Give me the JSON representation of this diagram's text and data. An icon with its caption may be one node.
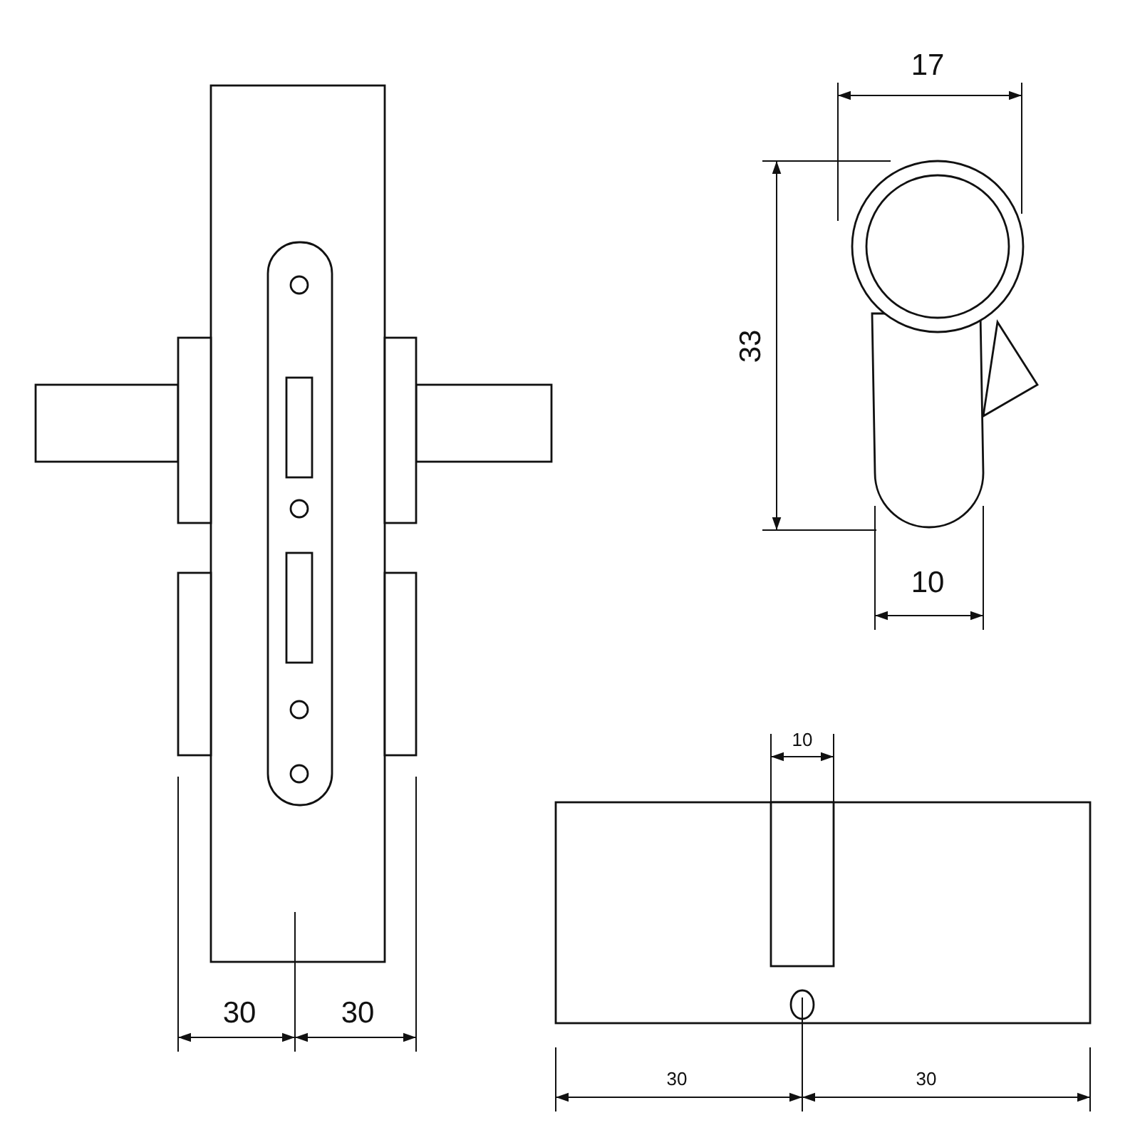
{
  "diagram": {
    "labels": [
      "17",
      "33",
      "10",
      "10",
      "30",
      "30",
      "30",
      "30"
    ]
  }
}
